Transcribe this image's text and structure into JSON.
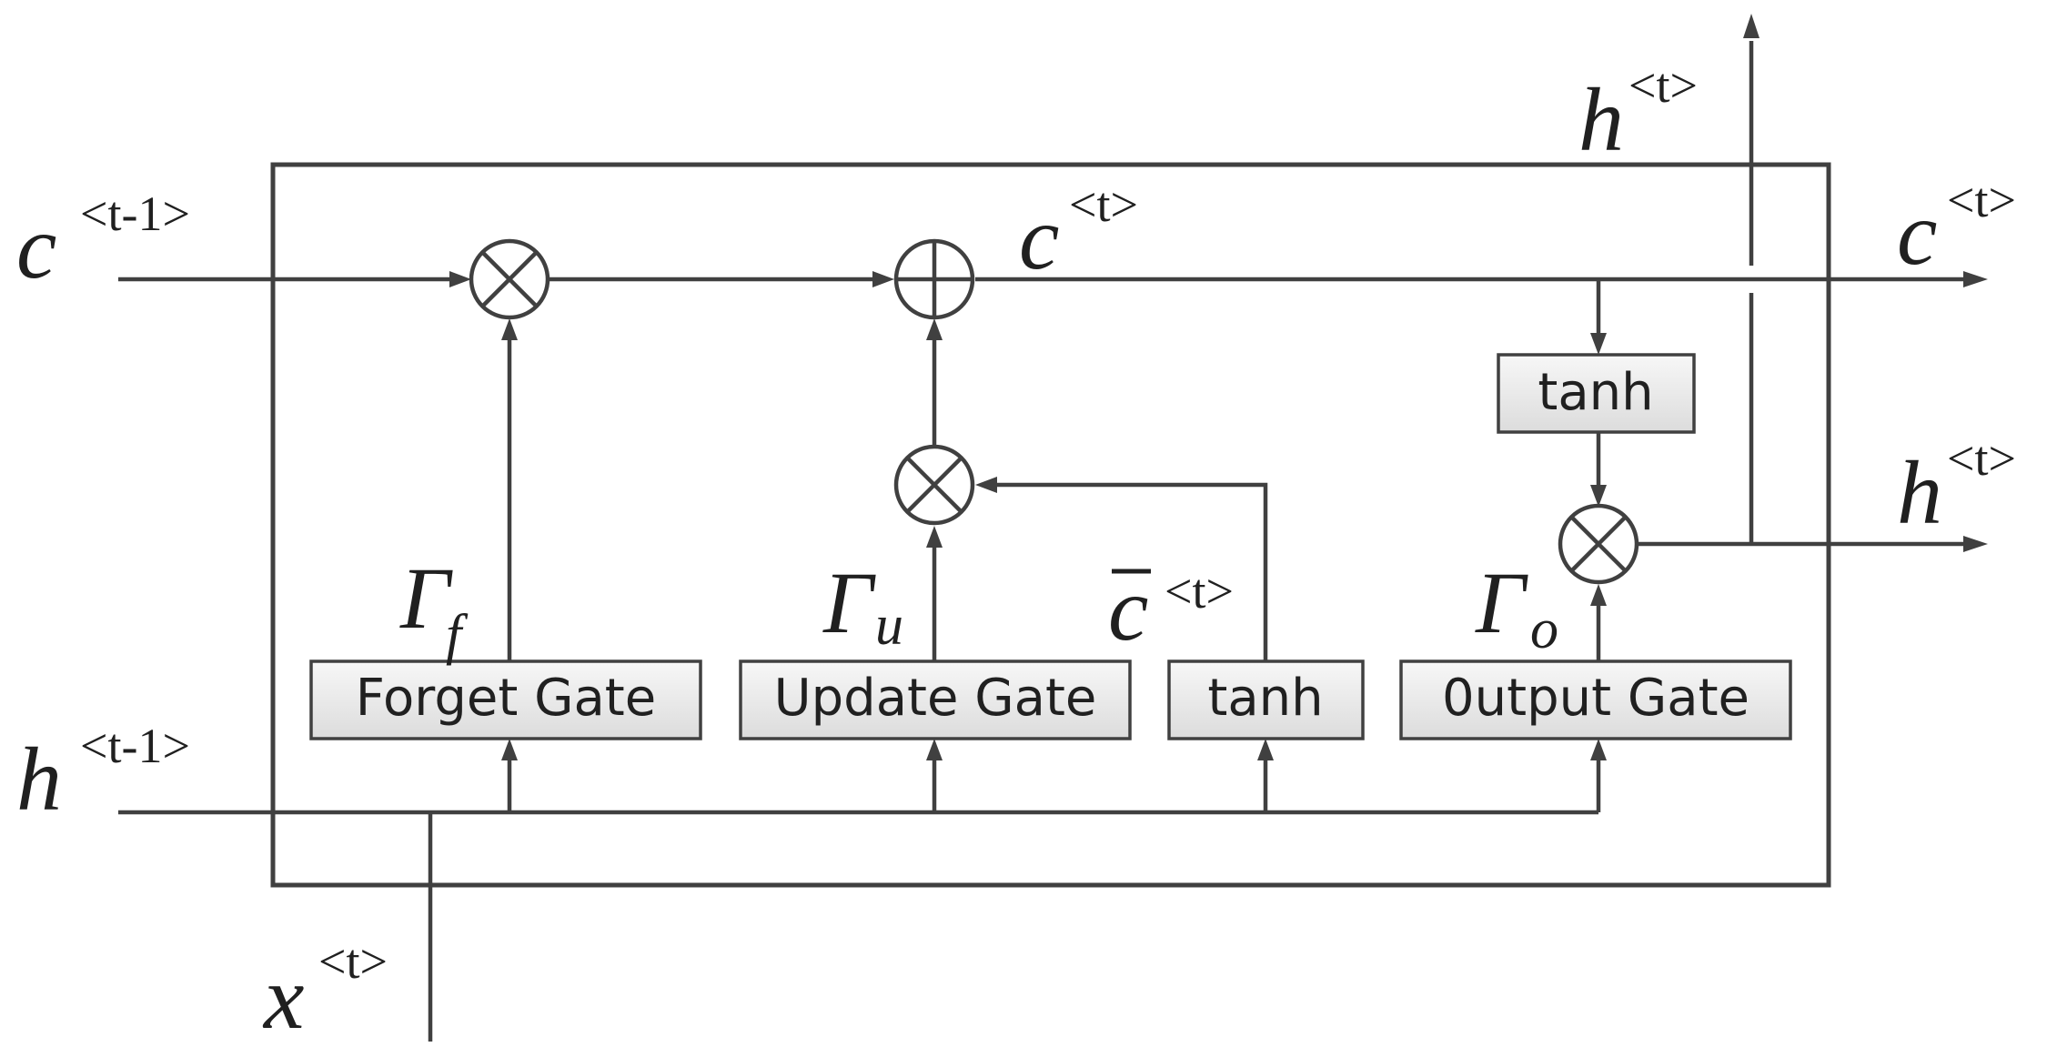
{
  "colors": {
    "line": "#404040",
    "box_fill_top": "#f7f7f7",
    "box_fill_bottom": "#dcdcdc",
    "text": "#202020"
  },
  "boxes": {
    "forget_gate": "Forget Gate",
    "update_gate": "Update Gate",
    "candidate_tanh": "tanh",
    "output_gate": "0utput Gate",
    "cell_tanh": "tanh"
  },
  "labels": {
    "c_prev": {
      "var": "c",
      "sup": "<t-1>"
    },
    "h_prev": {
      "var": "h",
      "sup": "<t-1>"
    },
    "x_t": {
      "var": "x",
      "sup": "<t>"
    },
    "c_mid": {
      "var": "c",
      "sup": "<t>"
    },
    "c_out": {
      "var": "c",
      "sup": "<t>"
    },
    "h_out": {
      "var": "h",
      "sup": "<t>"
    },
    "h_top": {
      "var": "h",
      "sup": "<t>"
    },
    "c_bar": {
      "var": "c",
      "sup": "<t>"
    },
    "gamma_f": {
      "var": "Γ",
      "sub": "f"
    },
    "gamma_u": {
      "var": "Γ",
      "sub": "u"
    },
    "gamma_o": {
      "var": "Γ",
      "sub": "o"
    }
  },
  "operators": {
    "multiply": "multiply-icon",
    "add": "add-icon"
  }
}
